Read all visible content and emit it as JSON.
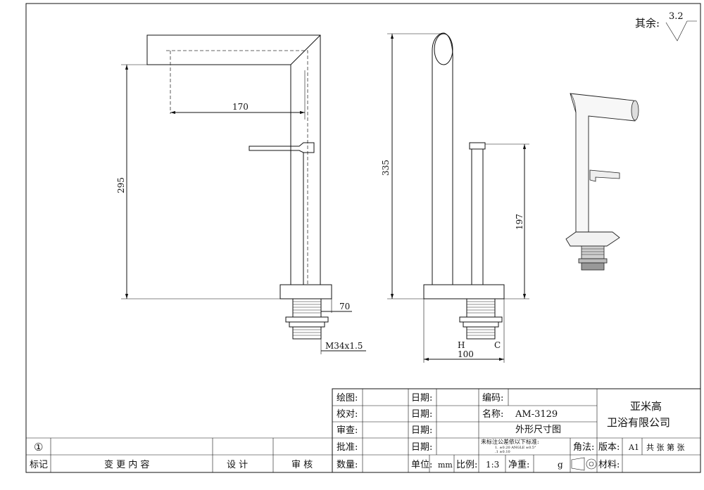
{
  "roughness": {
    "label": "其余:",
    "value": "3.2"
  },
  "front_view": {
    "dim_reach": "170",
    "dim_height": "295",
    "dim_base": "70",
    "thread_spec": "M34x1.5"
  },
  "side_view": {
    "dim_height": "335",
    "dim_handle": "197",
    "dim_width": "100",
    "label_hot": "H",
    "label_cold": "C"
  },
  "title_block": {
    "draw_label": "绘图:",
    "check_label": "校对:",
    "review_label": "审查:",
    "approve_label": "批准:",
    "date_label": "日期:",
    "code_label": "编码:",
    "name_label": "名称:",
    "model": "AM-3129",
    "drawing_title": "外形尺寸图",
    "company_line1": "亚米高",
    "company_line2": "卫浴有限公司",
    "tolerance_note": "未标注公差依以下标准:",
    "tol_row1": "1.          ±0.20   ANGLE  ±0.5°",
    "tol_row2": ".1          ±0.10",
    "angle_method_label": "角法:",
    "version_label": "版本:",
    "version_value": "A1",
    "sheets_label": "共  张  第  张",
    "rev_symbol": "①",
    "mark_label": "标记",
    "change_label": "变   更   内   容",
    "design_label": "设  计",
    "audit_label": "审  核",
    "qty_label": "数量:",
    "unit_label": "单位:",
    "unit_value": "mm",
    "scale_label": "比例:",
    "scale_value": "1:3",
    "net_weight_label": "净重:",
    "weight_unit": "g",
    "material_label": "材料:"
  }
}
